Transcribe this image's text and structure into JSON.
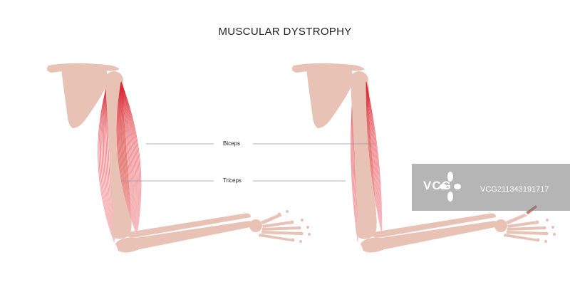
{
  "title": "MUSCULAR DYSTROPHY",
  "labels": {
    "biceps": "Biceps",
    "triceps": "Triceps"
  },
  "watermark": {
    "logo": "VCG",
    "id": "VCG211343191717"
  },
  "colors": {
    "bone": "#e9c2b6",
    "muscle": "#e4303a",
    "muscle_pale": "#f2a3a6",
    "label_line": "#9a9a9a",
    "text": "#222222"
  },
  "panels": [
    {
      "name": "healthy-arm",
      "muscle": "full"
    },
    {
      "name": "dystrophic-arm",
      "muscle": "thin"
    }
  ]
}
